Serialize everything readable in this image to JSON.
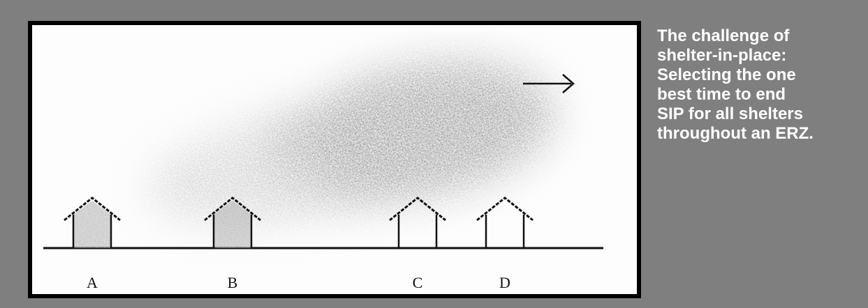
{
  "diagram": {
    "houses": [
      {
        "label": "A",
        "filled": true
      },
      {
        "label": "B",
        "filled": true
      },
      {
        "label": "C",
        "filled": false
      },
      {
        "label": "D",
        "filled": false
      }
    ],
    "direction": "right"
  },
  "caption": {
    "lines": [
      "The challenge of",
      "shelter-in-place:",
      "Selecting the one",
      "best time to end",
      "SIP for all shelters",
      "throughout an ERZ."
    ]
  },
  "colors": {
    "background": "#7f7f7f",
    "frame": "#000000",
    "panel": "#fdfdfd",
    "caption_text": "#ffffff",
    "plume": "#4a4a4a"
  }
}
